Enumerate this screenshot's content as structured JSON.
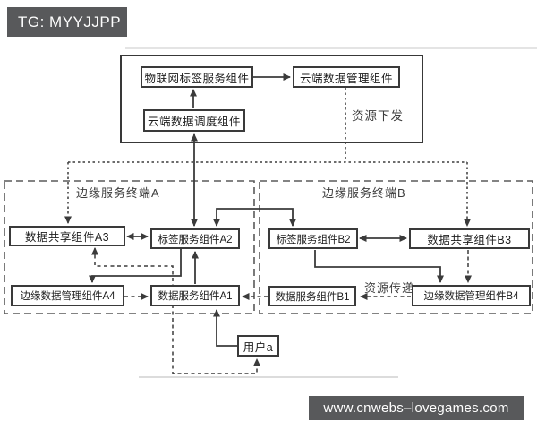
{
  "banner": {
    "tag": "TG: MYYJJPP"
  },
  "footer": {
    "site": "www.cnwebs–lovegames.com"
  },
  "cloud": {
    "iot_tag_service": "物联网标签服务组件",
    "cloud_data_management": "云端数据管理组件",
    "cloud_data_scheduling": "云端数据调度组件",
    "resource_distribution_label": "资源下发"
  },
  "terminal_a": {
    "title": "边缘服务终端A",
    "data_sharing_a3": "数据共享组件A3",
    "tag_service_a2": "标签服务组件A2",
    "edge_data_management_a4": "边缘数据管理组件A4",
    "data_service_a1": "数据服务组件A1"
  },
  "terminal_b": {
    "title": "边缘服务终端B",
    "tag_service_b2": "标签服务组件B2",
    "data_sharing_b3": "数据共享组件B3",
    "data_service_b1": "数据服务组件B1",
    "edge_data_management_b4": "边缘数据管理组件B4",
    "resource_transfer_label": "资源传递"
  },
  "user": {
    "label": "用户a"
  },
  "colors": {
    "banner_bg": "#58595b",
    "line": "#3b3b3b",
    "box_border": "#3a3a3a"
  },
  "edges": [
    {
      "from": "物联网标签服务组件",
      "to": "云端数据管理组件",
      "style": "solid-arrow"
    },
    {
      "from": "云端数据调度组件",
      "to": "物联网标签服务组件",
      "style": "solid-arrow"
    },
    {
      "from": "云端数据调度组件",
      "to": "标签服务组件A2",
      "style": "solid-bidirectional"
    },
    {
      "from": "云端数据管理组件",
      "to": "数据共享组件A3",
      "style": "dotted-arrow"
    },
    {
      "from": "云端数据管理组件",
      "to": "数据共享组件B3",
      "style": "dotted-arrow"
    },
    {
      "from": "数据共享组件A3",
      "to": "标签服务组件A2",
      "style": "solid-bidirectional"
    },
    {
      "from": "标签服务组件A2",
      "to": "标签服务组件B2",
      "style": "solid-bidirectional"
    },
    {
      "from": "标签服务组件B2",
      "to": "数据共享组件B3",
      "style": "solid-bidirectional"
    },
    {
      "from": "标签服务组件A2",
      "to": "边缘数据管理组件A4",
      "style": "solid-arrow"
    },
    {
      "from": "数据服务组件A1",
      "to": "标签服务组件A2",
      "style": "solid-arrow"
    },
    {
      "from": "边缘数据管理组件A4",
      "to": "数据服务组件A1",
      "style": "dashed-arrow"
    },
    {
      "from": "数据服务组件B1",
      "to": "数据服务组件A1",
      "style": "dashed-arrow"
    },
    {
      "from": "边缘数据管理组件B4",
      "to": "数据服务组件B1",
      "style": "dashed-arrow"
    },
    {
      "from": "标签服务组件B2",
      "to": "边缘数据管理组件B4",
      "style": "solid-arrow"
    },
    {
      "from": "数据共享组件B3",
      "to": "边缘数据管理组件B4",
      "style": "dashed-arrow"
    },
    {
      "from": "用户a",
      "to": "数据服务组件A1",
      "style": "solid-arrow"
    },
    {
      "from": "用户a",
      "to": "数据共享组件A3",
      "style": "dashed-bidirectional"
    }
  ]
}
